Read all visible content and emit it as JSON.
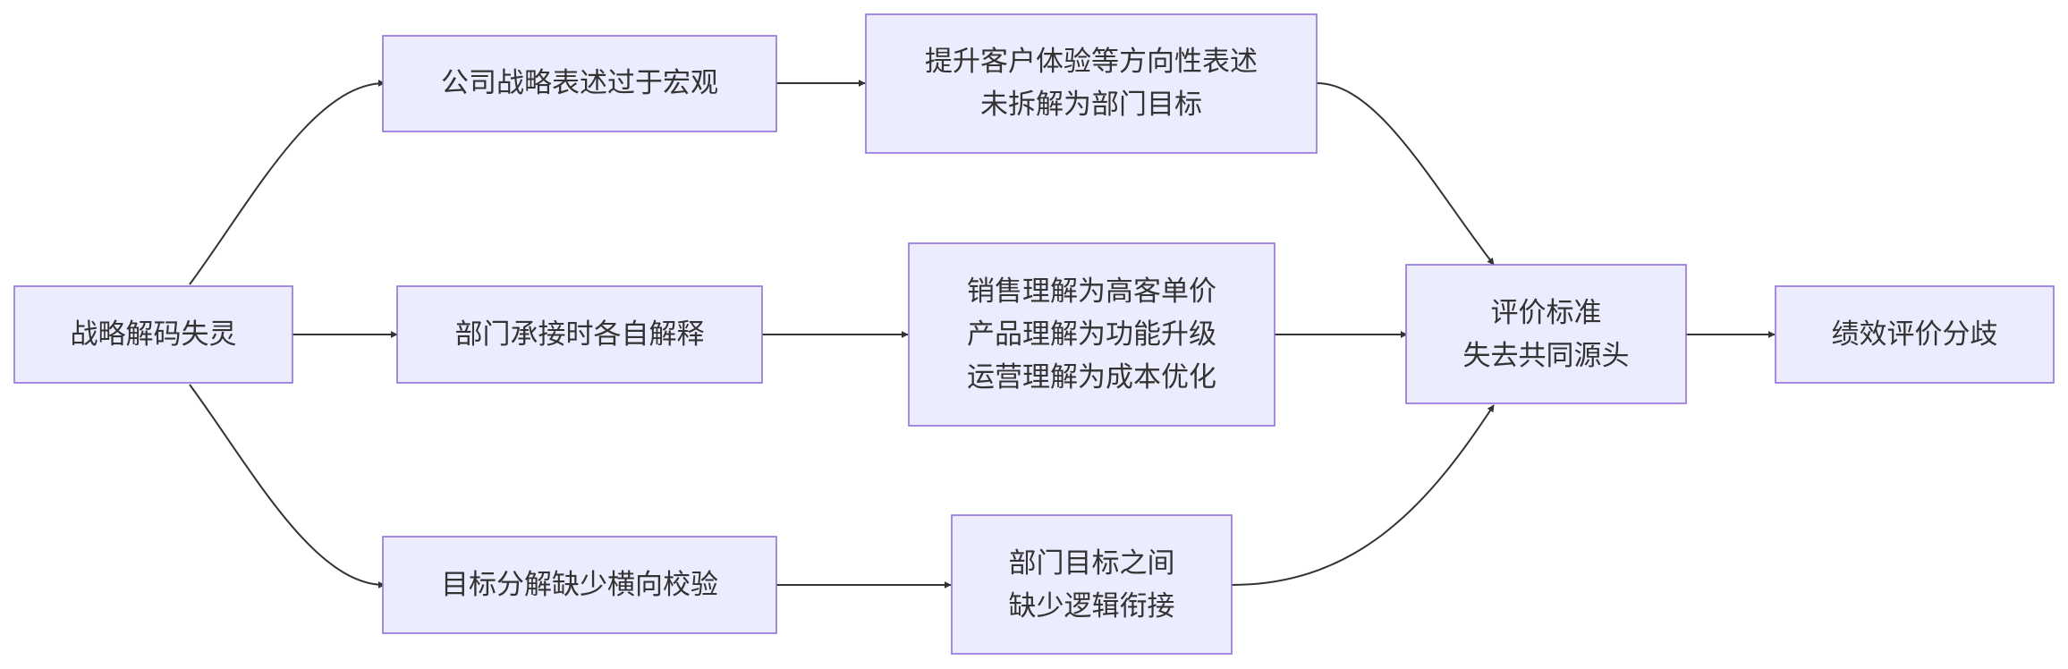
{
  "nodes": {
    "root": [
      "战略解码失灵"
    ],
    "macro": [
      "公司战略表述过于宏观"
    ],
    "macro_detail": [
      "提升客户体验等方向性表述",
      "未拆解为部门目标"
    ],
    "dept": [
      "部门承接时各自解释"
    ],
    "dept_detail": [
      "销售理解为高客单价",
      "产品理解为功能升级",
      "运营理解为成本优化"
    ],
    "goal": [
      "目标分解缺少横向校验"
    ],
    "goal_detail": [
      "部门目标之间",
      "缺少逻辑衔接"
    ],
    "standard": [
      "评价标准",
      "失去共同源头"
    ],
    "result": [
      "绩效评价分歧"
    ]
  },
  "colors": {
    "node_fill": "#ececff",
    "node_border": "#9370db",
    "edge": "#333333",
    "text": "#333333"
  }
}
